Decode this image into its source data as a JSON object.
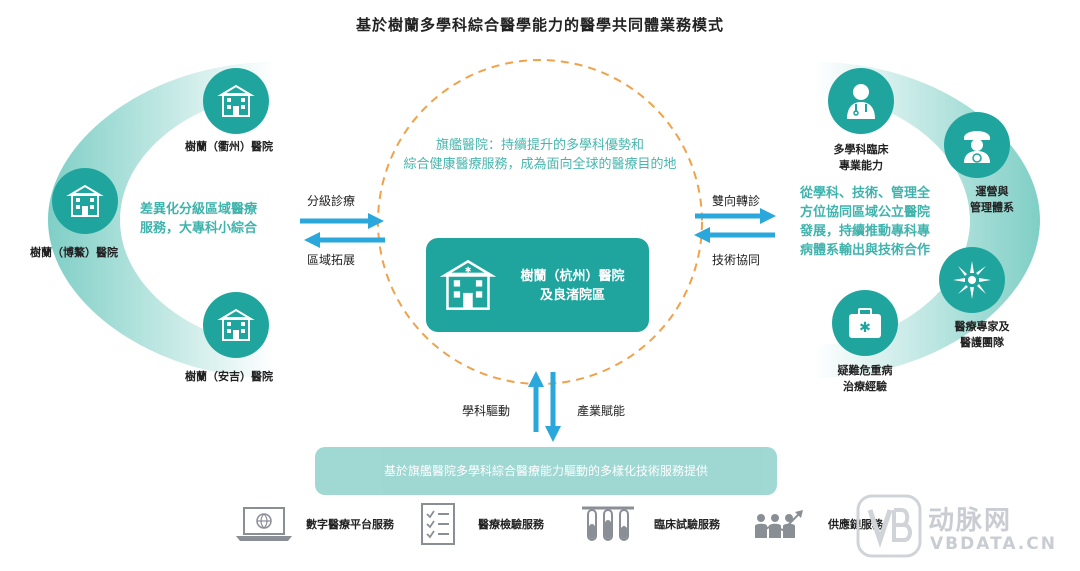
{
  "title": "基於樹蘭多學科綜合醫學能力的醫學共同體業務模式",
  "left_ring": {
    "hospitals": [
      {
        "label": "樹蘭（衢州）醫院"
      },
      {
        "label": "樹蘭（博鰲）醫院"
      },
      {
        "label": "樹蘭（安吉）醫院"
      }
    ],
    "description_line1": "差異化分級區域醫療",
    "description_line2": "服務，大專科小綜合"
  },
  "left_arrows": {
    "top_label": "分級診療",
    "bottom_label": "區域拓展"
  },
  "circle": {
    "text_line1": "旗艦醫院：持續提升的多學科優勢和",
    "text_line2": "綜合健康醫療服務，成為面向全球的醫療目的地"
  },
  "center_box": {
    "line1": "樹蘭（杭州）醫院",
    "line2": "及良渚院區"
  },
  "right_arrows": {
    "top_label": "雙向轉診",
    "bottom_label": "技術協同"
  },
  "right_ring": {
    "description_lines": [
      "從學科、技術、管理全",
      "方位協同區域公立醫院",
      "發展，持續推動專科專",
      "病體系輸出與技術合作"
    ],
    "items": [
      {
        "line1": "多學科臨床",
        "line2": "專業能力",
        "icon": "doctor-icon"
      },
      {
        "line1": "運營與",
        "line2": "管理體系",
        "icon": "captain-icon"
      },
      {
        "line1": "醫療專家及",
        "line2": "醫護團隊",
        "icon": "team-hands-icon"
      },
      {
        "line1": "疑難危重病",
        "line2": "治療經驗",
        "icon": "medical-kit-icon"
      }
    ]
  },
  "vertical_arrows": {
    "left_label": "學科驅動",
    "right_label": "產業賦能"
  },
  "banner": {
    "text": "基於旗艦醫院多學科綜合醫療能力驅動的多樣化技術服務提供"
  },
  "services": [
    {
      "label": "數字醫療平台服務",
      "icon": "laptop-globe-icon"
    },
    {
      "label": "醫療檢驗服務",
      "icon": "checklist-icon"
    },
    {
      "label": "臨床試驗服務",
      "icon": "test-tubes-icon"
    },
    {
      "label": "供應鏈服務",
      "icon": "people-growth-icon"
    }
  ],
  "watermark": {
    "brand": "动脉网",
    "url": "VBDATA.CN"
  },
  "colors": {
    "teal": "#1fa59e",
    "light_teal": "#8fd1cc",
    "arrow_blue": "#2aa7db",
    "dash_orange": "#f0a24a"
  }
}
